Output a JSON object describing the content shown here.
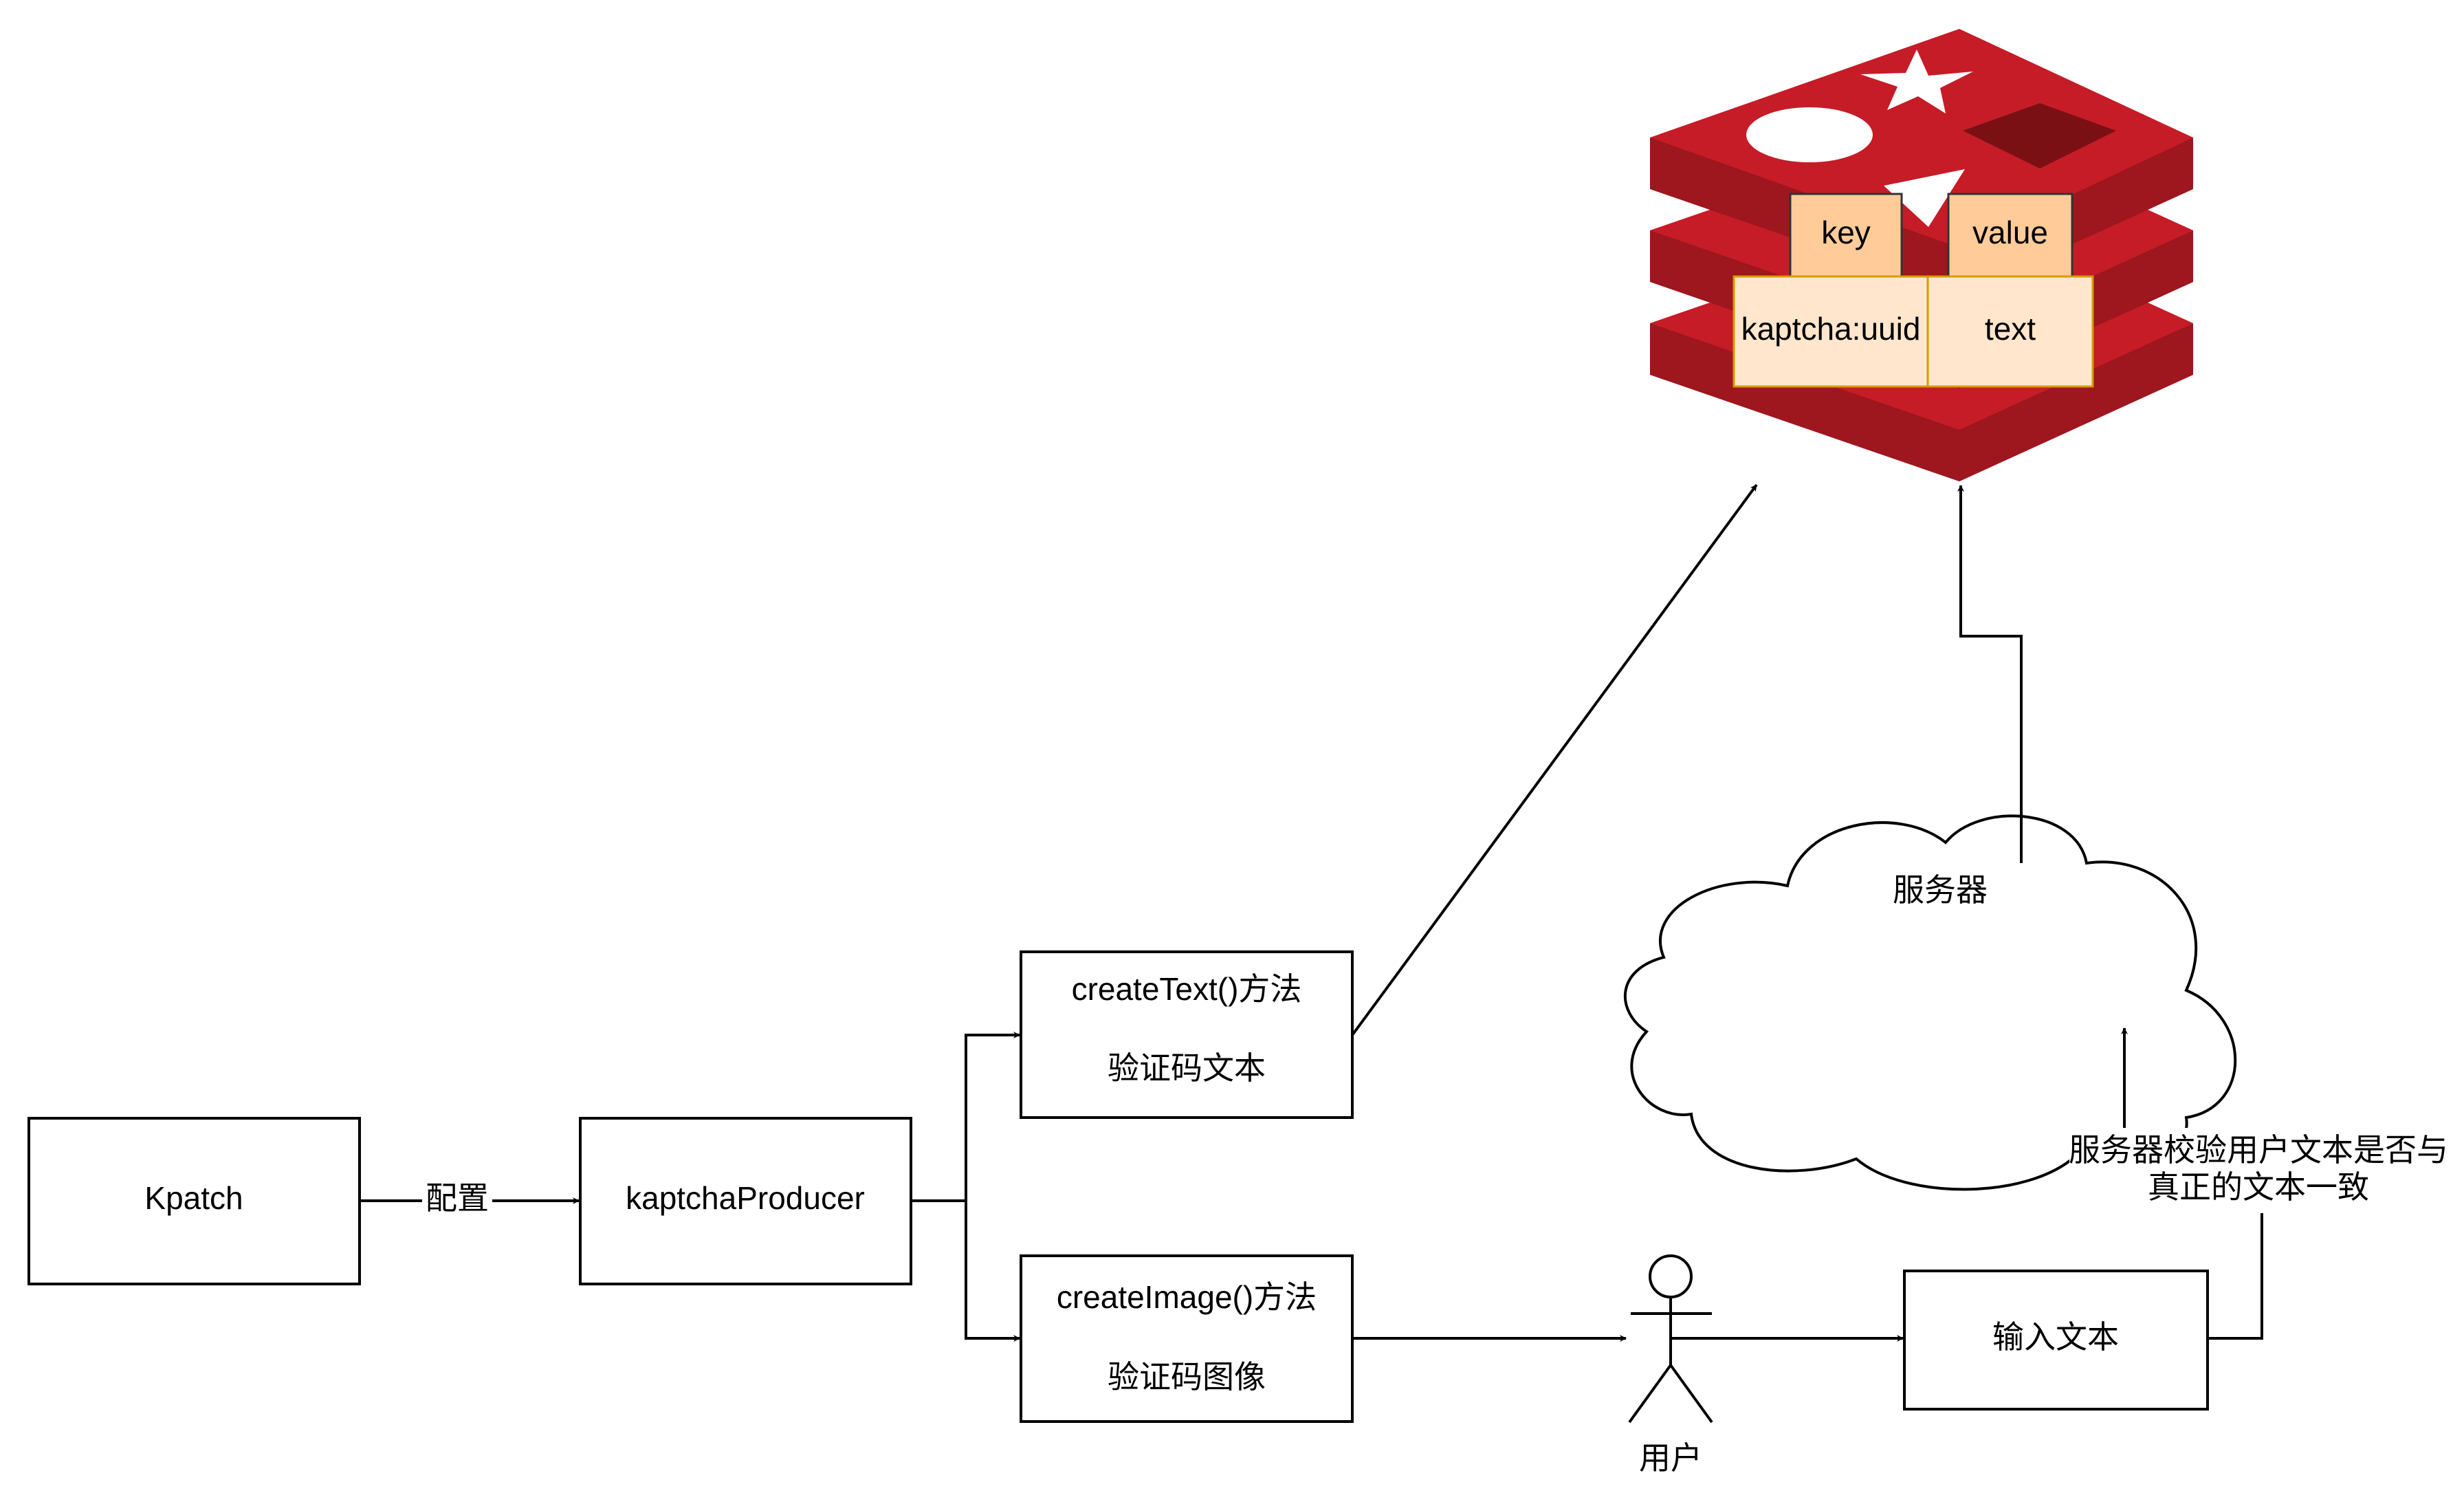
{
  "nodes": {
    "kpatch": "Kpatch",
    "producer": "kaptchaProducer",
    "create_text": {
      "line1": "createText()方法",
      "line2": "验证码文本"
    },
    "create_image": {
      "line1": "createImage()方法",
      "line2": "验证码图像"
    },
    "user": "用户",
    "input_text": "输入文本",
    "server": "服务器",
    "redis": {
      "key_header": "key",
      "value_header": "value",
      "key_value": "kaptcha:uuid",
      "value_value": "text"
    }
  },
  "edges": {
    "config_label": "配置",
    "verify_label": {
      "line1": "服务器校验用户文本是否与",
      "line2": "真正的文本一致"
    }
  },
  "colors": {
    "redis_top": "#c61c27",
    "redis_side": "#9e161e",
    "redis_dark": "#7a1014",
    "kv_header": "#ffcc99",
    "kv_cell": "#ffe6cc",
    "kv_cell_border": "#d79b00"
  }
}
